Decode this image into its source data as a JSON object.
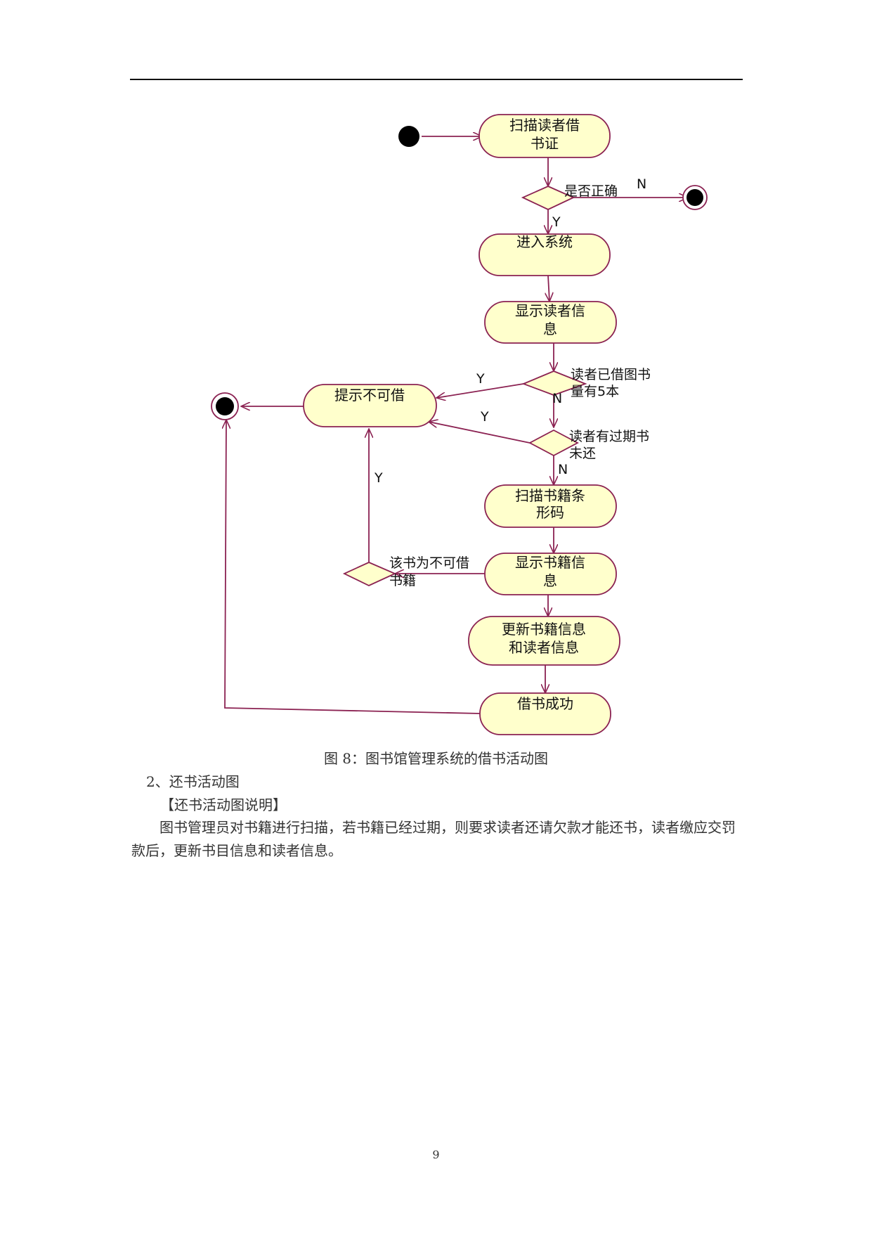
{
  "diagram": {
    "nodes": {
      "scan_card": [
        "扫描读者借",
        "书证"
      ],
      "enter_system": [
        "进入系统"
      ],
      "show_reader": [
        "显示读者信",
        "息"
      ],
      "prompt_no_borrow": [
        "提示不可借"
      ],
      "scan_barcode": [
        "扫描书籍条",
        "形码"
      ],
      "show_book": [
        "显示书籍信",
        "息"
      ],
      "update_info": [
        "更新书籍信息",
        "和读者信息"
      ],
      "borrow_success": [
        "借书成功"
      ]
    },
    "decisions": {
      "card_valid": "是否正确",
      "borrowed_five": [
        "读者已借图书",
        "量有5本"
      ],
      "overdue": [
        "读者有过期书",
        "未还"
      ],
      "not_borrowable": [
        "该书为不可借",
        "书籍"
      ]
    },
    "guards": {
      "yes": "Y",
      "no": "N"
    }
  },
  "caption": "图 8：图书馆管理系统的借书活动图",
  "section_title": "2、还书活动图",
  "subsection_title": "【还书活动图说明】",
  "paragraph": "图书管理员对书籍进行扫描，若书籍已经过期，则要求读者还请欠款才能还书，读者缴应交罚款后，更新书目信息和读者信息。",
  "page_number": "9"
}
